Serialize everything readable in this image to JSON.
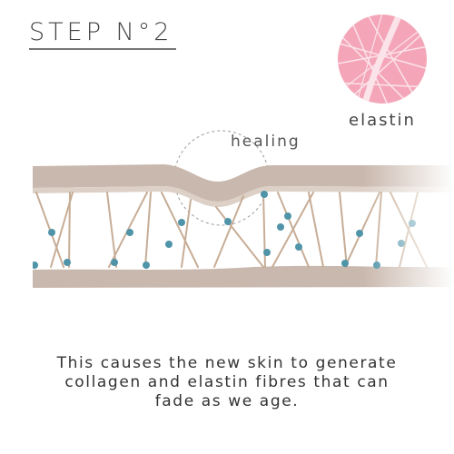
{
  "header": {
    "title": "STEP N°2"
  },
  "inset": {
    "label": "elastin",
    "icon": "elastin-fibres-icon",
    "colors": {
      "bg": "#f4a6b8",
      "fibre": "#fbe3ea"
    }
  },
  "diagram": {
    "annotation": "healing",
    "colors": {
      "skin_surface": "#c9b8ad",
      "skin_shadow": "#b29f94",
      "fibre": "#c7ad96",
      "cell": "#4f94a8"
    }
  },
  "caption": {
    "line1": "This causes the new skin to generate",
    "line2": "collagen and elastin fibres that can",
    "line3": "fade as we age."
  }
}
